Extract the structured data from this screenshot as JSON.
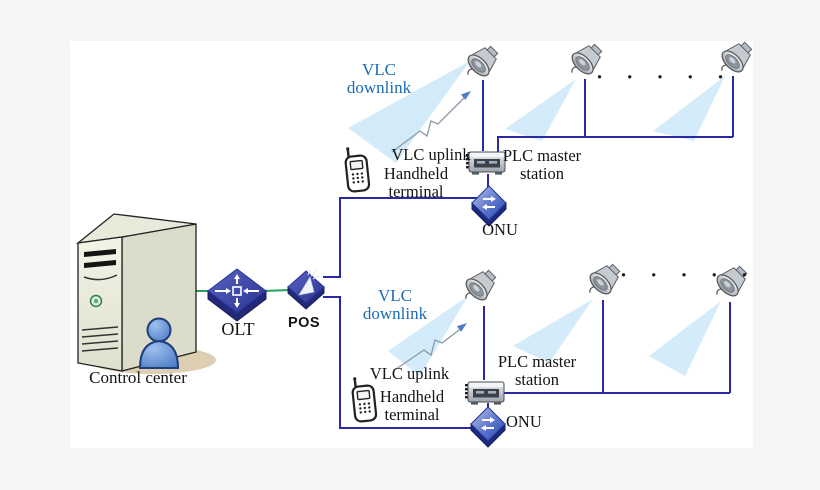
{
  "figure": {
    "control_center": {
      "label": "Control center"
    },
    "olt": {
      "label": "OLT"
    },
    "pos": {
      "label": "POS"
    },
    "branch_top": {
      "vlc_downlink_line1": "VLC",
      "vlc_downlink_line2": "downlink",
      "vlc_uplink": "VLC uplink",
      "handheld_line1": "Handheld",
      "handheld_line2": "terminal",
      "plc_line1": "PLC master",
      "plc_line2": "station",
      "onu": "ONU",
      "dots": "· · · · ·"
    },
    "branch_bottom": {
      "vlc_downlink_line1": "VLC",
      "vlc_downlink_line2": "downlink",
      "vlc_uplink": "VLC uplink",
      "handheld_line1": "Handheld",
      "handheld_line2": "terminal",
      "plc_line1": "PLC master",
      "plc_line2": "station",
      "onu": "ONU",
      "dots": "· · · · ·"
    }
  },
  "icons": {
    "computer-tower-icon": "3d beige server tower",
    "operator-icon": "blue person silhouette",
    "olt-switch-icon": "navy diamond with white arrows",
    "pos-splitter-icon": "navy diamond with white optical cone",
    "onu-icon": "blue diamond switch",
    "plc-master-station-icon": "grey powerline module box",
    "handheld-terminal-icon": "cell phone outline",
    "led-lamp-icon": "silver downlight spotlight",
    "light-beam": "light blue cone",
    "uplink-arrow-icon": "thin zigzag arrow toward lamp"
  },
  "colors": {
    "connector_blue": "#2b28a8",
    "link_green": "#27a05e",
    "downlink_text_blue": "#1d6cb8",
    "beam_blue": "#cfe9f9"
  }
}
